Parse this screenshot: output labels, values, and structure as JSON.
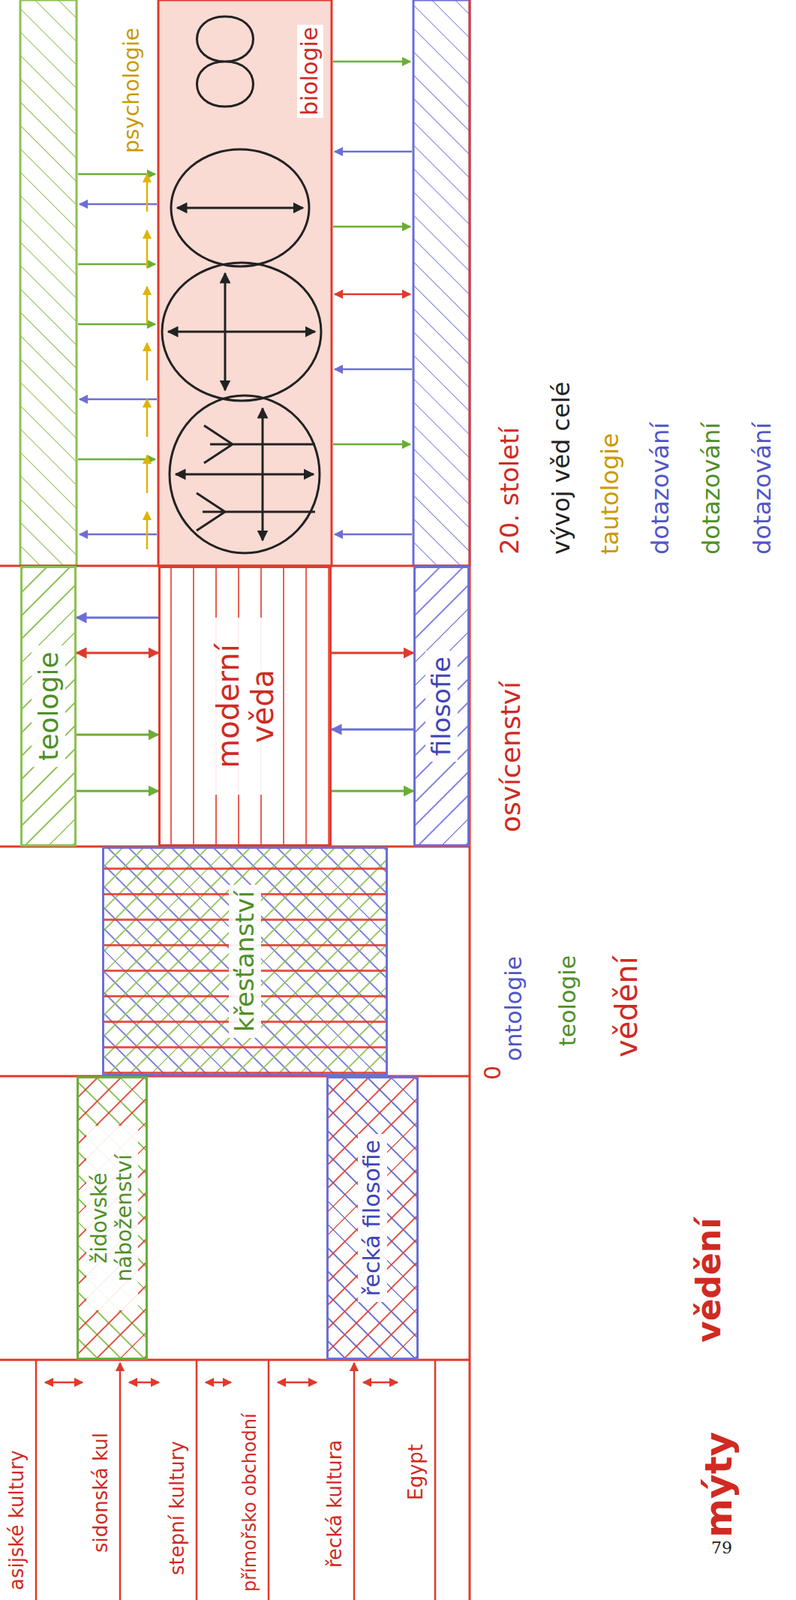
{
  "diagram": {
    "nodes": [
      {
        "text": [
          "židovské náboženství"
        ]
      },
      {
        "text": [
          "řecká filosofie"
        ]
      },
      {
        "text": [
          "křesťanství"
        ]
      },
      {
        "text": [
          "teologie"
        ]
      },
      {
        "text": [
          "moderní věda"
        ]
      },
      {
        "text": [
          "filosofie"
        ]
      }
    ],
    "edges": [
      {
        "from": 3,
        "to": 4,
        "arrow": "to"
      },
      {
        "from": 3,
        "to": 4,
        "arrow": "to"
      },
      {
        "from": 3,
        "to": 4,
        "arrow": "both"
      },
      {
        "from": 4,
        "to": 3,
        "arrow": "to"
      },
      {
        "from": 4,
        "to": 5,
        "arrow": "to"
      },
      {
        "from": 5,
        "to": 4,
        "arrow": "to"
      },
      {
        "from": 4,
        "to": 5,
        "arrow": "to"
      }
    ],
    "labels": [
      "asijské kultury",
      "sidonská kul",
      "stepní kultury",
      "přímořsko obchodní",
      "řecká kultura",
      "Egypt",
      "mýty",
      "vědění",
      "0",
      "ontologie",
      "teologie",
      "vědění",
      "osvícenství",
      "psychologie",
      "biologie",
      "20. století",
      "vývoj věd celé",
      "tautologie",
      "dotazování",
      "dotazování",
      "dotazování",
      "79"
    ]
  }
}
